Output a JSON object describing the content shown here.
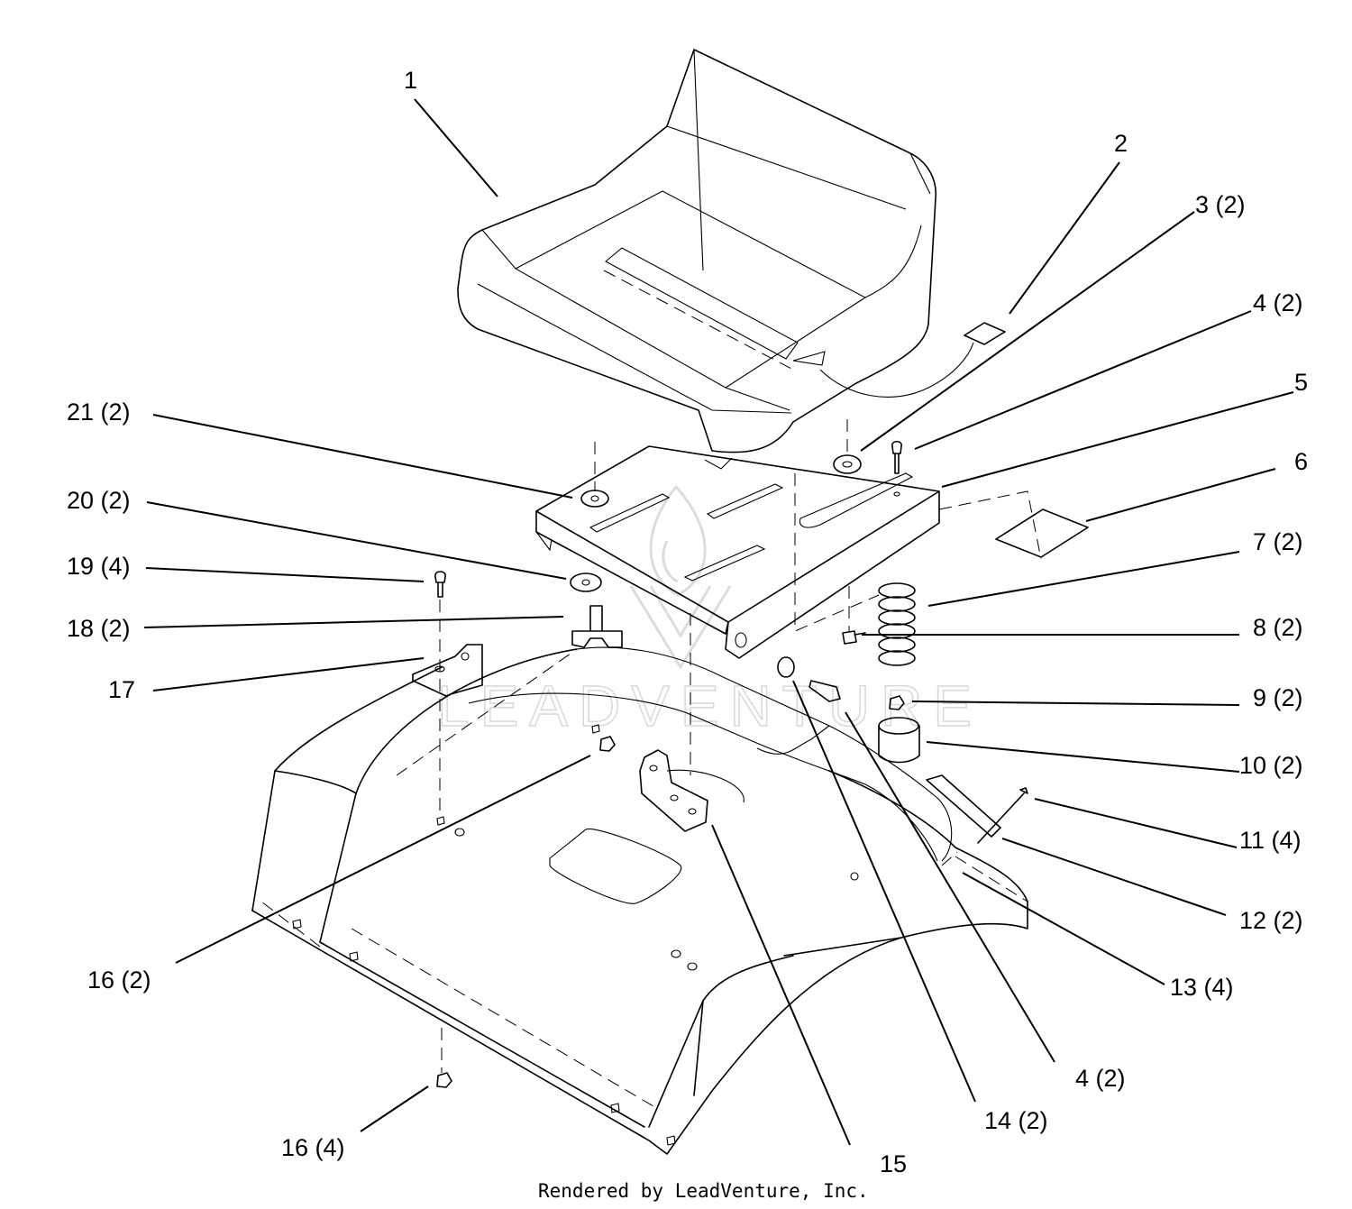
{
  "watermark": {
    "text": "LEADVENTURE"
  },
  "credit": "Rendered by LeadVenture, Inc.",
  "callouts": [
    {
      "id": "1",
      "text": "1"
    },
    {
      "id": "2",
      "text": "2"
    },
    {
      "id": "3",
      "text": "3 (2)"
    },
    {
      "id": "4a",
      "text": "4 (2)"
    },
    {
      "id": "5",
      "text": "5"
    },
    {
      "id": "6",
      "text": "6"
    },
    {
      "id": "7",
      "text": "7 (2)"
    },
    {
      "id": "8",
      "text": "8 (2)"
    },
    {
      "id": "9",
      "text": "9 (2)"
    },
    {
      "id": "10",
      "text": "10 (2)"
    },
    {
      "id": "11",
      "text": "11 (4)"
    },
    {
      "id": "12",
      "text": "12 (2)"
    },
    {
      "id": "13",
      "text": "13 (4)"
    },
    {
      "id": "4b",
      "text": "4 (2)"
    },
    {
      "id": "14",
      "text": "14 (2)"
    },
    {
      "id": "15",
      "text": "15"
    },
    {
      "id": "16a",
      "text": "16 (4)"
    },
    {
      "id": "16b",
      "text": "16 (2)"
    },
    {
      "id": "17",
      "text": "17"
    },
    {
      "id": "18",
      "text": "18 (2)"
    },
    {
      "id": "19",
      "text": "19 (4)"
    },
    {
      "id": "20",
      "text": "20 (2)"
    },
    {
      "id": "21",
      "text": "21 (2)"
    }
  ]
}
